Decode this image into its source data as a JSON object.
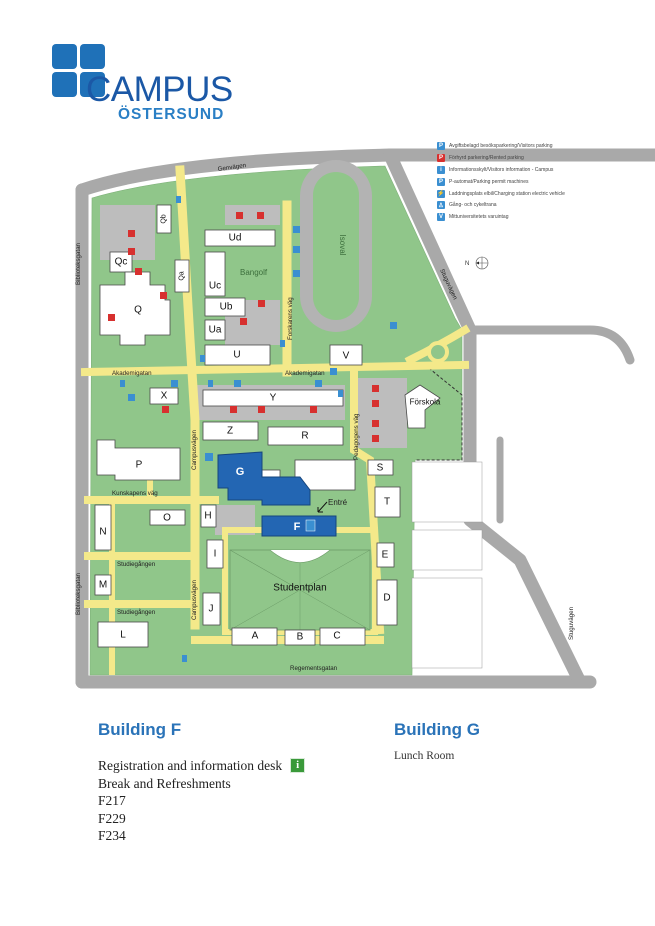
{
  "logo": {
    "title": "CAMPUS",
    "subtitle": "ÖSTERSUND"
  },
  "colors": {
    "grass": "#90c68a",
    "road": "#a5a5a5",
    "path": "#f4e98a",
    "building": "#ffffff",
    "highlight": "#2366b3",
    "parking_visitor": "#3a8fd1",
    "parking_rented": "#d7302f",
    "info": "#3a8fd1",
    "accent_text": "#2a73b8"
  },
  "legend": [
    {
      "icon": "parking-visitor-icon",
      "glyph": "P",
      "color": "#3a8fd1",
      "text": "Avgiftsbelagd besöksparkering/Visitors parking"
    },
    {
      "icon": "parking-rented-icon",
      "glyph": "P",
      "color": "#d7302f",
      "text": "Förhyrd parkering/Rented parking"
    },
    {
      "icon": "info-icon",
      "glyph": "i",
      "color": "#3a8fd1",
      "text": "Informationsskylt/Visitors information - Campus"
    },
    {
      "icon": "parking-meter-icon",
      "glyph": "P",
      "color": "#3a8fd1",
      "text": "P-automat/Parking permit machines"
    },
    {
      "icon": "charging-station-icon",
      "glyph": "⚡",
      "color": "#3a8fd1",
      "text": "Laddningsplats elbil/Charging station electric vehicle"
    },
    {
      "icon": "pedestrian-icon",
      "glyph": "♙",
      "color": "#3a8fd1",
      "text": "Gång- och cykeltrana"
    },
    {
      "icon": "supplier-icon",
      "glyph": "V",
      "color": "#3a8fd1",
      "text": "Mittuniversitetets varuintag"
    }
  ],
  "compass": "N",
  "streets": {
    "genvagen": "Genvägen",
    "bibliotek_top": "Biblioteksgatan",
    "bibliotek_bottom": "Biblioteksgatan",
    "stuguvagen_top": "Stuguvägen",
    "stuguvagen_bottom": "Stuguvägen",
    "akademigatan_left": "Akademigatan",
    "akademigatan_right": "Akademigatan",
    "kunskapens": "Kunskapens väg",
    "studiegangen_1": "Studiegången",
    "studiegangen_2": "Studiegången",
    "campusvagen_1": "Campusvägen",
    "campusvagen_2": "Campusvägen",
    "forskarens": "Forskarens väg",
    "pedagogens": "Pedagogens väg",
    "regementsgatan": "Regementsgatan"
  },
  "areas": {
    "isoval": "Isoval",
    "bangolf": "Bangolf",
    "forskola": "Förskola",
    "studentplan": "Studentplan",
    "entre": "Entré"
  },
  "buildings": {
    "Qb": "Qb",
    "Qc": "Qc",
    "Qa": "Qa",
    "Q": "Q",
    "Ud": "Ud",
    "Uc": "Uc",
    "Ub": "Ub",
    "Ua": "Ua",
    "U": "U",
    "V": "V",
    "X": "X",
    "Y": "Y",
    "Z": "Z",
    "R": "R",
    "P": "P",
    "G": "G",
    "F": "F",
    "S": "S",
    "T": "T",
    "O": "O",
    "H": "H",
    "N": "N",
    "M": "M",
    "I": "I",
    "J": "J",
    "L": "L",
    "E": "E",
    "D": "D",
    "A": "A",
    "B": "B",
    "C": "C"
  },
  "building_f": {
    "title": "Building F",
    "items": [
      "Registration and information desk",
      "Break and Refreshments",
      "F217",
      "F229",
      "F234"
    ],
    "info_glyph": "i"
  },
  "building_g": {
    "title": "Building G",
    "items": [
      "Lunch Room"
    ]
  }
}
